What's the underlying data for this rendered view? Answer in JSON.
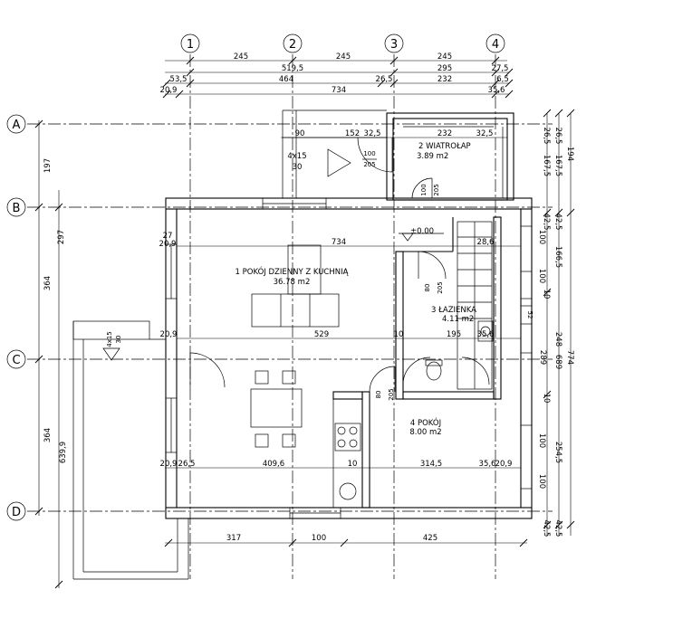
{
  "axes": {
    "vertical": [
      "1",
      "2",
      "3",
      "4"
    ],
    "horizontal": [
      "A",
      "B",
      "C",
      "D"
    ]
  },
  "rooms": [
    {
      "name": "1 POKÓJ DZIENNY Z KUCHNIĄ",
      "area": "36.78 m2"
    },
    {
      "name": "2 WIATROŁAP",
      "area": "3.89 m2"
    },
    {
      "name": "3 ŁAZIENKA",
      "area": "4.11 m2"
    },
    {
      "name": "4 POKÓJ",
      "area": "8.00 m2"
    }
  ],
  "level": "±0.00",
  "dims_top": {
    "row1": [
      "245",
      "245",
      "245"
    ],
    "row2": [
      "519,5",
      "295",
      "27,5"
    ],
    "row3": [
      "53,5",
      "464",
      "26,5",
      "232",
      "6,5"
    ],
    "row4": [
      "20,9",
      "734",
      "35,6"
    ]
  },
  "dims_bottom": [
    "317",
    "100",
    "425"
  ],
  "dims_left": [
    "197",
    "297",
    "364",
    "364",
    "639,9"
  ],
  "dims_right_outer": [
    "194",
    "774",
    "689"
  ],
  "dims_right_inner": [
    "26,5",
    "167,5",
    "42,5",
    "166,5",
    "289",
    "248",
    "254,5",
    "42,5"
  ],
  "dims_right_col": [
    "26,5",
    "167,5",
    "42,5",
    "100",
    "100",
    "10",
    "10",
    "100",
    "100",
    "42,5"
  ],
  "interior_dims": {
    "vestibule_top": [
      "90",
      "152",
      "32,5",
      "232",
      "32,5"
    ],
    "living_width": "734",
    "living_left": [
      "27",
      "20,9"
    ],
    "row_c": [
      "20,9",
      "529",
      "10",
      "195",
      "35,6"
    ],
    "row_bottom": [
      "20,9",
      "26,5",
      "409,6",
      "10",
      "314,5",
      "35,6",
      "20,9"
    ],
    "bath_small": "28,6",
    "bath_corner": "35,6"
  },
  "door_tags": [
    {
      "w": "100",
      "h": "205"
    },
    {
      "w": "100",
      "h": "205"
    },
    {
      "w": "80",
      "h": "205"
    },
    {
      "w": "80",
      "h": "205"
    }
  ],
  "window_tags": [
    {
      "size": "4x15",
      "h": "30"
    },
    {
      "size": "4x15",
      "h": "30"
    }
  ],
  "vent_label": "52"
}
